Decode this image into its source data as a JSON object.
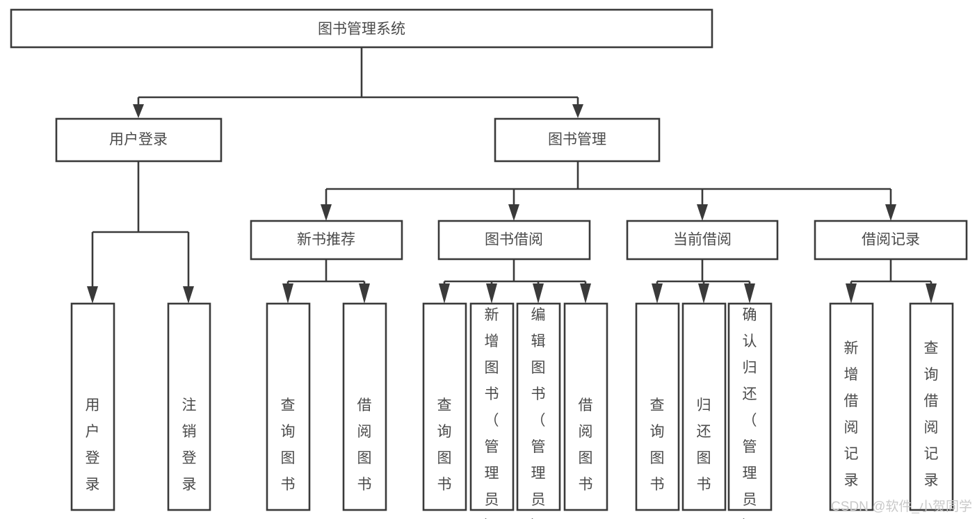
{
  "diagram": {
    "title": "图书管理系统",
    "type": "tree",
    "orientation": "top-down",
    "colors": {
      "box_fill": "#ffffff",
      "box_stroke": "#3a3a3a",
      "label_text": "#4a4a4a",
      "watermark": "#c9c9c9",
      "background": "#ffffff"
    },
    "root": {
      "label": "图书管理系统",
      "id": "root",
      "orientation": "horizontal"
    },
    "level2": [
      {
        "id": "user-login",
        "label": "用户登录",
        "orientation": "horizontal"
      },
      {
        "id": "book-management",
        "label": "图书管理",
        "orientation": "horizontal"
      }
    ],
    "level3": [
      {
        "id": "new-book-recommend",
        "label": "新书推荐",
        "parent": "book-management",
        "orientation": "horizontal"
      },
      {
        "id": "book-borrow",
        "label": "图书借阅",
        "parent": "book-management",
        "orientation": "horizontal"
      },
      {
        "id": "current-borrow",
        "label": "当前借阅",
        "parent": "book-management",
        "orientation": "horizontal"
      },
      {
        "id": "borrow-record",
        "label": "借阅记录",
        "parent": "book-management",
        "orientation": "horizontal"
      }
    ],
    "leaves": [
      {
        "id": "leaf-user-login",
        "label": "用户登录",
        "parent": "user-login",
        "orientation": "vertical"
      },
      {
        "id": "leaf-user-logout",
        "label": "注销登录",
        "parent": "user-login",
        "orientation": "vertical"
      },
      {
        "id": "leaf-query-book-1",
        "label": "查询图书",
        "parent": "new-book-recommend",
        "orientation": "vertical"
      },
      {
        "id": "leaf-borrow-book-1",
        "label": "借阅图书",
        "parent": "new-book-recommend",
        "orientation": "vertical"
      },
      {
        "id": "leaf-query-book-2",
        "label": "查询图书",
        "parent": "book-borrow",
        "orientation": "vertical"
      },
      {
        "id": "leaf-add-book",
        "label": "新增图书（管理员）",
        "parent": "book-borrow",
        "orientation": "vertical"
      },
      {
        "id": "leaf-edit-book",
        "label": "编辑图书（管理员）",
        "parent": "book-borrow",
        "orientation": "vertical"
      },
      {
        "id": "leaf-borrow-book-2",
        "label": "借阅图书",
        "parent": "book-borrow",
        "orientation": "vertical"
      },
      {
        "id": "leaf-query-book-3",
        "label": "查询图书",
        "parent": "current-borrow",
        "orientation": "vertical"
      },
      {
        "id": "leaf-return-book",
        "label": "归还图书",
        "parent": "current-borrow",
        "orientation": "vertical"
      },
      {
        "id": "leaf-confirm-return",
        "label": "确认归还（管理员）",
        "parent": "current-borrow",
        "orientation": "vertical"
      },
      {
        "id": "leaf-add-record",
        "label": "新增借阅记录",
        "parent": "borrow-record",
        "orientation": "vertical"
      },
      {
        "id": "leaf-query-record",
        "label": "查询借阅记录",
        "parent": "borrow-record",
        "orientation": "vertical"
      }
    ],
    "watermark": "CSDN @软件_小贺同学"
  }
}
